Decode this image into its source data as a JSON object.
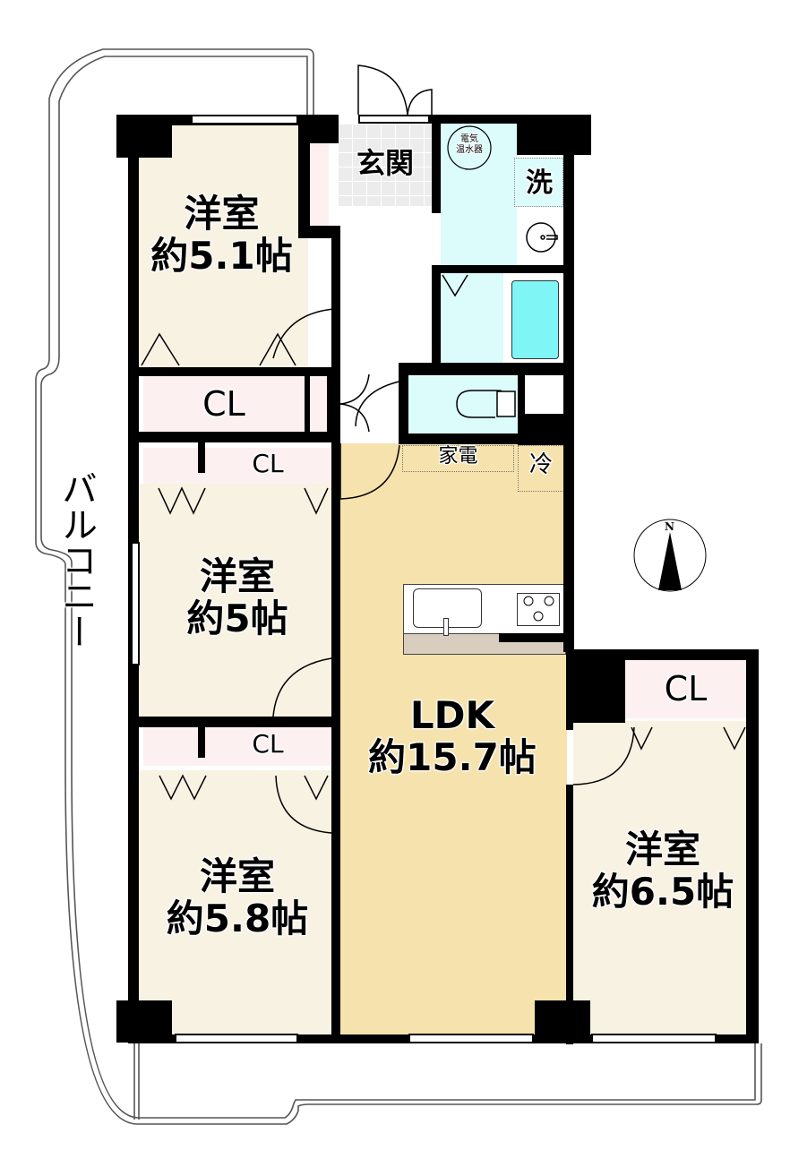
{
  "floor_plan": {
    "rooms": [
      {
        "id": "western-room-1",
        "name": "洋室",
        "area": "約5.1帖"
      },
      {
        "id": "western-room-2",
        "name": "洋室",
        "area": "約5帖"
      },
      {
        "id": "western-room-3",
        "name": "洋室",
        "area": "約5.8帖"
      },
      {
        "id": "western-room-4",
        "name": "洋室",
        "area": "約6.5帖"
      },
      {
        "id": "ldk",
        "name": "LDK",
        "area": "約15.7帖"
      }
    ],
    "closets": [
      "CL",
      "CL",
      "CL",
      "CL"
    ],
    "entrance": "玄関",
    "washroom": "洗",
    "water_heater": {
      "line1": "電気",
      "line2": "温水器"
    },
    "appliance_space": "家電",
    "refrigerator": "冷",
    "balcony": "バルコニー",
    "compass": {
      "north_label": "N"
    }
  },
  "colors": {
    "western_room": "#f8f2e2",
    "ldk": "#f6e2ac",
    "closet": "#fdf0f0",
    "wet_area": "#dcfbfb",
    "bathtub": "#7ff5f6",
    "entrance_tile": "#ececec",
    "counter": "#d9cdbf",
    "wall": "#000000"
  }
}
